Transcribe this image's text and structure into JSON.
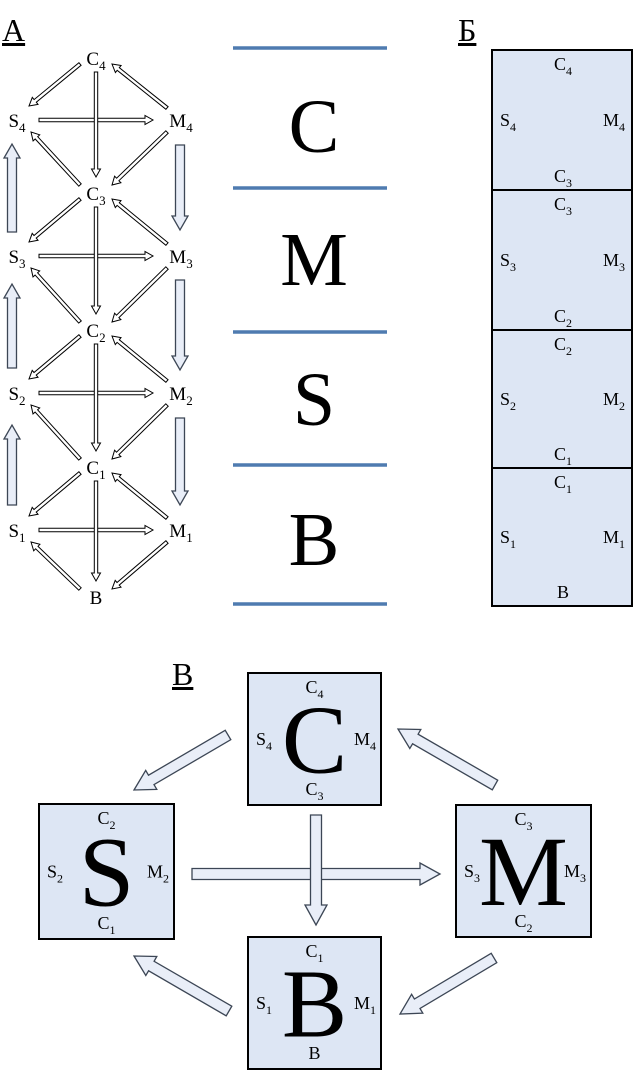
{
  "panel_labels": {
    "a": "А",
    "b": "Б",
    "c": "В"
  },
  "scale_letters": [
    "C",
    "M",
    "S",
    "B"
  ],
  "nodes": {
    "C4": {
      "base": "C",
      "sub": "4"
    },
    "S4": {
      "base": "S",
      "sub": "4"
    },
    "M4": {
      "base": "M",
      "sub": "4"
    },
    "C3": {
      "base": "C",
      "sub": "3"
    },
    "S3": {
      "base": "S",
      "sub": "3"
    },
    "M3": {
      "base": "M",
      "sub": "3"
    },
    "C2": {
      "base": "C",
      "sub": "2"
    },
    "S2": {
      "base": "S",
      "sub": "2"
    },
    "M2": {
      "base": "M",
      "sub": "2"
    },
    "C1": {
      "base": "C",
      "sub": "1"
    },
    "S1": {
      "base": "S",
      "sub": "1"
    },
    "M1": {
      "base": "M",
      "sub": "1"
    },
    "B": {
      "base": "B",
      "sub": ""
    }
  },
  "stack_cells": [
    {
      "top": "C4",
      "left": "S4",
      "right": "M4",
      "bottom": "C3"
    },
    {
      "top": "C3",
      "left": "S3",
      "right": "M3",
      "bottom": "C2"
    },
    {
      "top": "C2",
      "left": "S2",
      "right": "M2",
      "bottom": "C1"
    },
    {
      "top": "C1",
      "left": "S1",
      "right": "M1",
      "bottom": "B"
    }
  ],
  "cycle_boxes": [
    {
      "id": "C",
      "letter": "C",
      "top": "C4",
      "left": "S4",
      "right": "M4",
      "bottom": "C3"
    },
    {
      "id": "S",
      "letter": "S",
      "top": "C2",
      "left": "S2",
      "right": "M2",
      "bottom": "C1"
    },
    {
      "id": "M",
      "letter": "M",
      "top": "C3",
      "left": "S3",
      "right": "M3",
      "bottom": "C2"
    },
    {
      "id": "B",
      "letter": "B",
      "top": "C1",
      "left": "S1",
      "right": "M1",
      "bottom": "B"
    }
  ],
  "colors": {
    "box_fill": "#dde6f4",
    "line_blue": "#4f7bb0",
    "arrow_fill": "#e9eef8",
    "stroke": "#000000"
  }
}
